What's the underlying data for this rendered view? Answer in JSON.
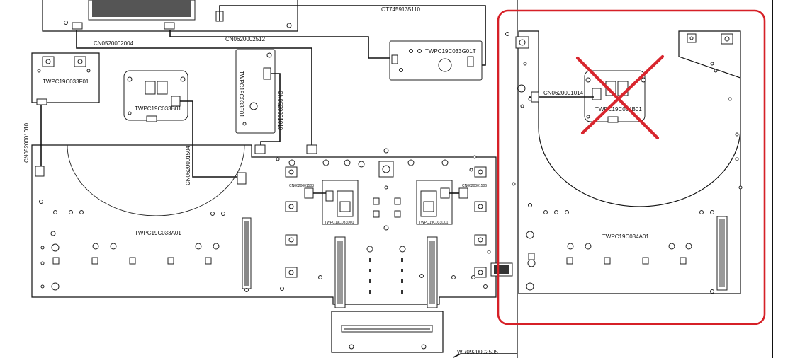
{
  "labels": {
    "ot_cable": "OT7459135110",
    "cn_0620002512": "CN0620002512",
    "cn_0520002004": "CN0520002004",
    "board_g01t": "TWPC19C033G01T",
    "board_f01": "TWPC19C033F01",
    "board_b01": "TWPC19C033B01",
    "board_e01": "TWPC19C033E01",
    "cn_0520001010": "CN0520001010",
    "cn_0520001010_left": "CN0520001010",
    "cn_0620001504": "CN0620001504",
    "board_a01": "TWPC19C033A01",
    "board_d01_left": "TWPC19C033D01",
    "board_d01_right": "TWPC19C033D01",
    "cn_small_left": "CN0620001503",
    "cn_small_right": "CN0620001506",
    "cn_0620001014": "CN0620001014",
    "board_b01_right": "TWPC19C034B01",
    "board_a01_right": "TWPC19C034A01",
    "wr_cable": "WR0920002505"
  },
  "colors": {
    "highlight": "#d62027",
    "cross_mark": "#d8262e",
    "line": "#111111"
  }
}
